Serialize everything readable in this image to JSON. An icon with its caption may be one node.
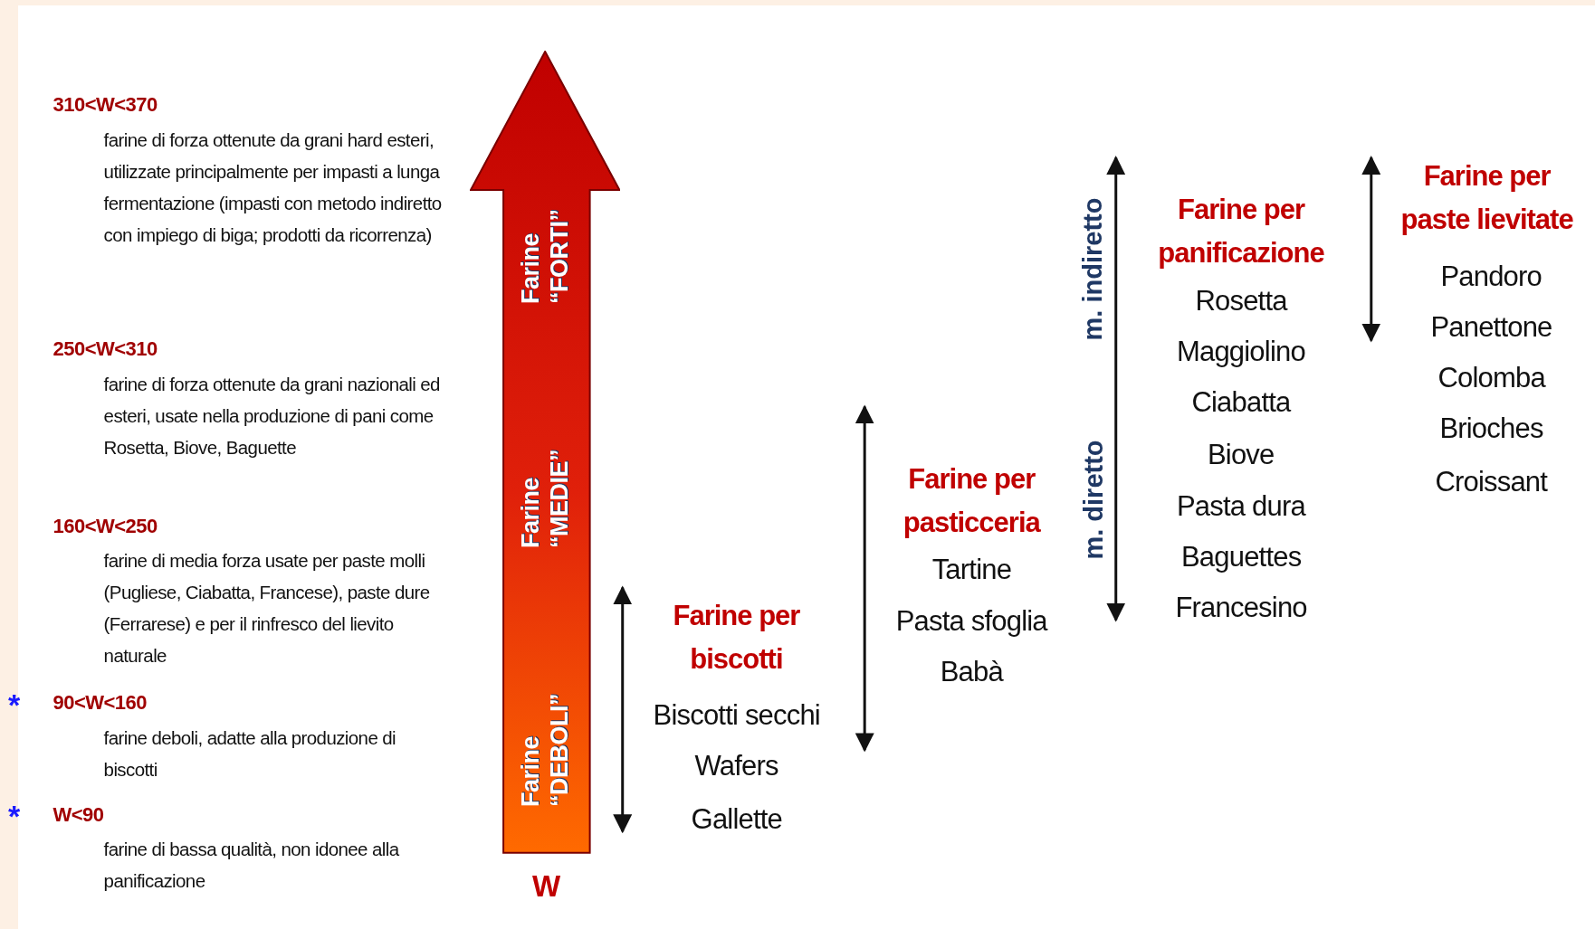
{
  "diagram": {
    "nodes": [
      {
        "text": [
          "Farine “FORTI”",
          "Farine “MEDIE”",
          "Farine “DEBOLI”"
        ],
        "beside": [
          "W"
        ]
      }
    ],
    "edges": [],
    "labels": [
      "310<W<370",
      "farine di forza ottenute da grani hard esteri, utilizzate principalmente per impasti a lunga fermentazione (impasti con metodo indiretto con impiego di biga; prodotti da ricorrenza)",
      "250<W<310",
      "farine di forza ottenute da grani nazionali ed esteri, usate nella produzione di pani come Rosetta, Biove, Baguette",
      "160<W<250",
      "farine di media forza usate per paste molli (Pugliese, Ciabatta, Francese), paste dure (Ferrarese) e per il rinfresco del lievito naturale",
      "*",
      "90<W<160",
      "farine deboli, adatte alla produzione di biscotti",
      "*",
      "W<90",
      "farine di bassa qualità, non idonee alla panificazione",
      "Farine per biscotti",
      "Biscotti secchi",
      "Wafers",
      "Gallette",
      "Farine per pasticceria",
      "Tartine",
      "Pasta sfoglia",
      "Babà",
      "m. indiretto",
      "m. diretto",
      "Farine per panificazione",
      "Rosetta",
      "Maggiolino",
      "Ciabatta",
      "Biove",
      "Pasta dura",
      "Baguettes",
      "Francesino",
      "Farine per paste lievitate",
      "Pandoro",
      "Panettone",
      "Colomba",
      "Brioches",
      "Croissant"
    ]
  }
}
